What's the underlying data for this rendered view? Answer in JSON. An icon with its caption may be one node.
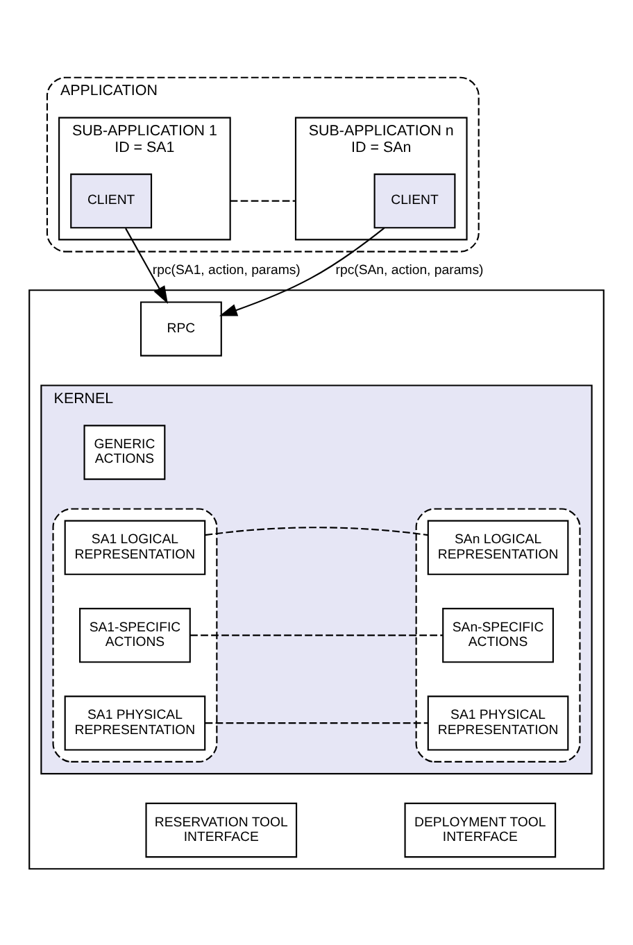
{
  "diagram": {
    "nodes": [
      {
        "text": [
          "APPLICATION"
        ]
      },
      {
        "text": [
          "SUB-APPLICATION 1",
          "ID = SA1"
        ],
        "in": 0
      },
      {
        "text": [
          "CLIENT"
        ],
        "in": 1
      },
      {
        "text": [
          "SUB-APPLICATION n",
          "ID = SAn"
        ],
        "in": 0
      },
      {
        "text": [
          "CLIENT"
        ],
        "in": 3
      },
      {
        "text": [],
        "shape": "box"
      },
      {
        "text": [
          "RPC"
        ],
        "in": 5
      },
      {
        "text": [
          "KERNEL"
        ],
        "in": 5
      },
      {
        "text": [
          "GENERIC ACTIONS"
        ],
        "in": 7
      },
      {
        "text": [],
        "shape": "box",
        "in": 7
      },
      {
        "text": [
          "SA1 LOGICAL REPRESENTATION"
        ],
        "in": 9
      },
      {
        "text": [
          "SA1-SPECIFIC ACTIONS"
        ],
        "in": 9
      },
      {
        "text": [
          "SA1 PHYSICAL REPRESENTATION"
        ],
        "in": 9
      },
      {
        "text": [],
        "shape": "box",
        "in": 7
      },
      {
        "text": [
          "SAn LOGICAL REPRESENTATION"
        ],
        "in": 13
      },
      {
        "text": [
          "SAn-SPECIFIC ACTIONS"
        ],
        "in": 13
      },
      {
        "text": [
          "SA1 PHYSICAL REPRESENTATION"
        ],
        "in": 13
      },
      {
        "text": [
          "RESERVATION TOOL INTERFACE"
        ],
        "in": 5
      },
      {
        "text": [
          "DEPLOYMENT TOOL INTERFACE"
        ],
        "in": 5
      }
    ],
    "edges": [
      {
        "from": 1,
        "to": 3,
        "arrow": "none",
        "style": "dashed"
      },
      {
        "from": 2,
        "to": 6,
        "arrow": "to",
        "label": "rpc(SA1, action, params)"
      },
      {
        "from": 4,
        "to": 6,
        "arrow": "to",
        "label": "rpc(SAn, action, params)"
      },
      {
        "from": 10,
        "to": 14,
        "arrow": "none",
        "style": "dashed"
      },
      {
        "from": 11,
        "to": 15,
        "arrow": "none",
        "style": "dashed"
      },
      {
        "from": 12,
        "to": 16,
        "arrow": "none",
        "style": "dashed"
      }
    ]
  }
}
